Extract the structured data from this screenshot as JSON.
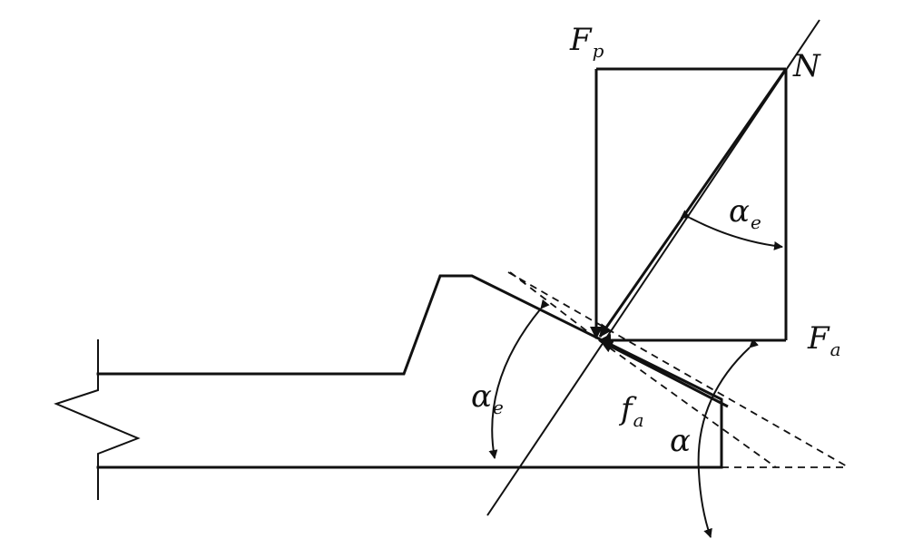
{
  "diagram": {
    "labels": {
      "force_fp": {
        "main": "F",
        "sub": "p"
      },
      "normal_n": {
        "main": "N"
      },
      "angle_top": {
        "main": "α",
        "sub": "e"
      },
      "force_fa": {
        "main": "F",
        "sub": "a"
      },
      "friction_fa": {
        "main": "f",
        "sub": "a"
      },
      "angle_left": {
        "main": "α",
        "sub": "e"
      },
      "angle_bottom": {
        "main": "α"
      }
    },
    "colors": {
      "stroke": "#111111",
      "background": "#ffffff"
    }
  }
}
